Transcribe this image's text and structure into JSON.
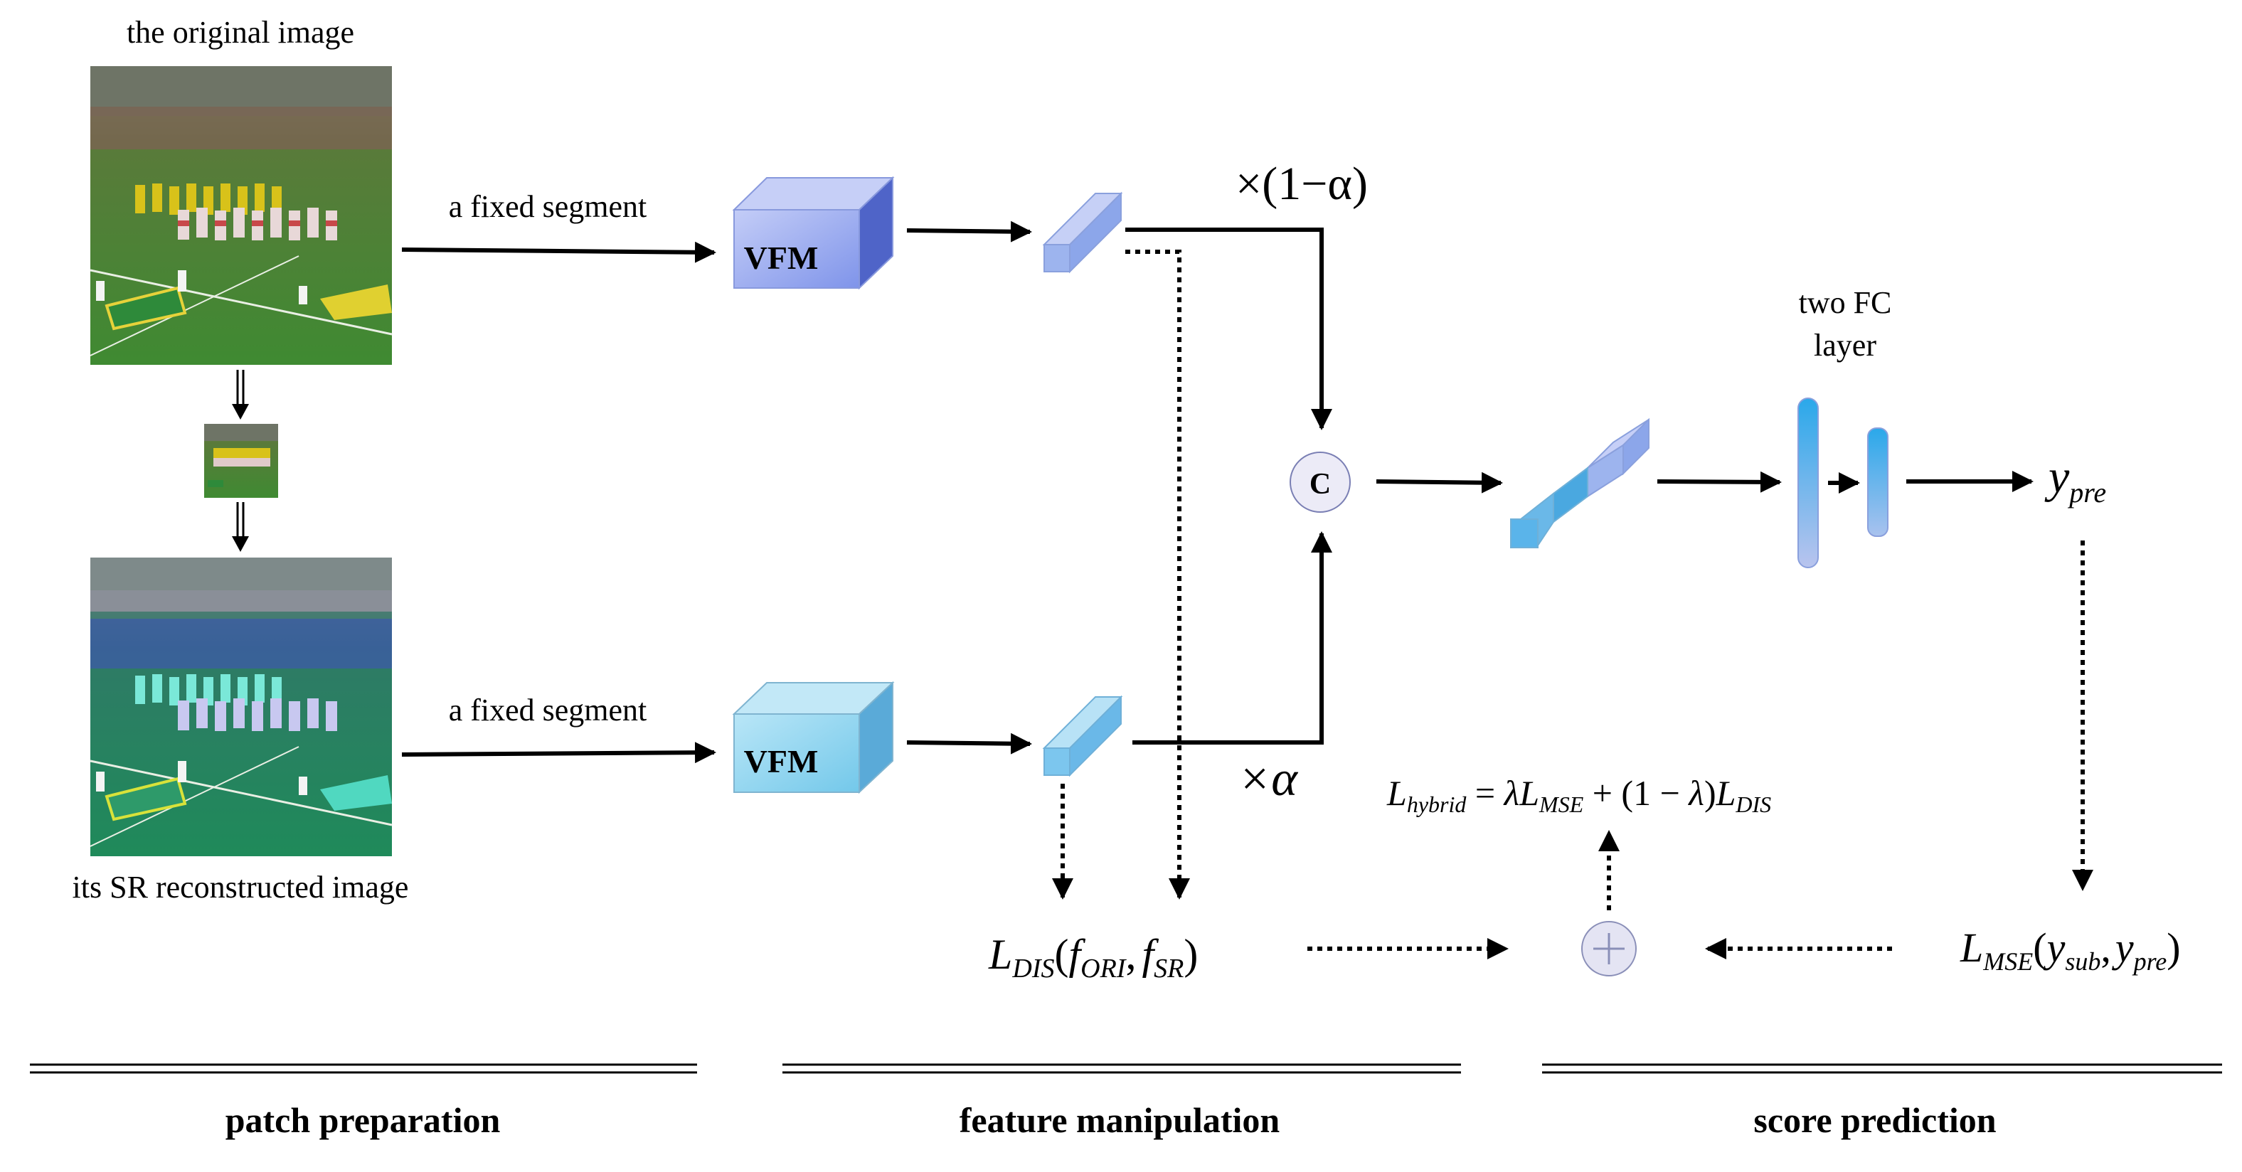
{
  "labels": {
    "original_image": "the original image",
    "sr_image": "its SR reconstructed image",
    "fixed_segment_top": "a fixed segment",
    "fixed_segment_bottom": "a fixed segment",
    "vfm_top": "VFM",
    "vfm_bottom": "VFM",
    "weight_top": "×(1−α)",
    "weight_bottom": "×α",
    "concat": "C",
    "fc_line1": "two FC",
    "fc_line2": "layer"
  },
  "formulas": {
    "y_pre": {
      "base": "y",
      "sub": "pre"
    },
    "l_dis": {
      "base": "L",
      "sub": "DIS",
      "open": "(",
      "f1": "f",
      "f1_sub": "ORI",
      "comma": ",",
      "f2": "f",
      "f2_sub": "SR",
      "close": ")"
    },
    "l_mse": {
      "base": "L",
      "sub": "MSE",
      "open": "(",
      "a": "y",
      "a_sub": "sub",
      "comma": ",",
      "b": "y",
      "b_sub": "pre",
      "close": ")"
    },
    "l_hybrid": {
      "lhs": "L",
      "lhs_sub": "hybrid",
      "eq": " = ",
      "lam": "λ",
      "t1": "L",
      "t1_sub": "MSE",
      "plus": " + (1 − ",
      "lam2": "λ",
      "close": ")",
      "t2": "L",
      "t2_sub": "DIS"
    }
  },
  "sections": [
    {
      "label": "patch preparation"
    },
    {
      "label": "feature manipulation"
    },
    {
      "label": "score prediction"
    }
  ],
  "colors": {
    "vfm_top_front": "#7f94ea",
    "vfm_top_side": "#4f64c8",
    "vfm_bottom_front": "#73c8ea",
    "vfm_bottom_side": "#4ea8d8",
    "concat_fill": "#ecebf7",
    "plus_fill": "#e4e4f3",
    "fc_bar": "#3aaeea"
  }
}
